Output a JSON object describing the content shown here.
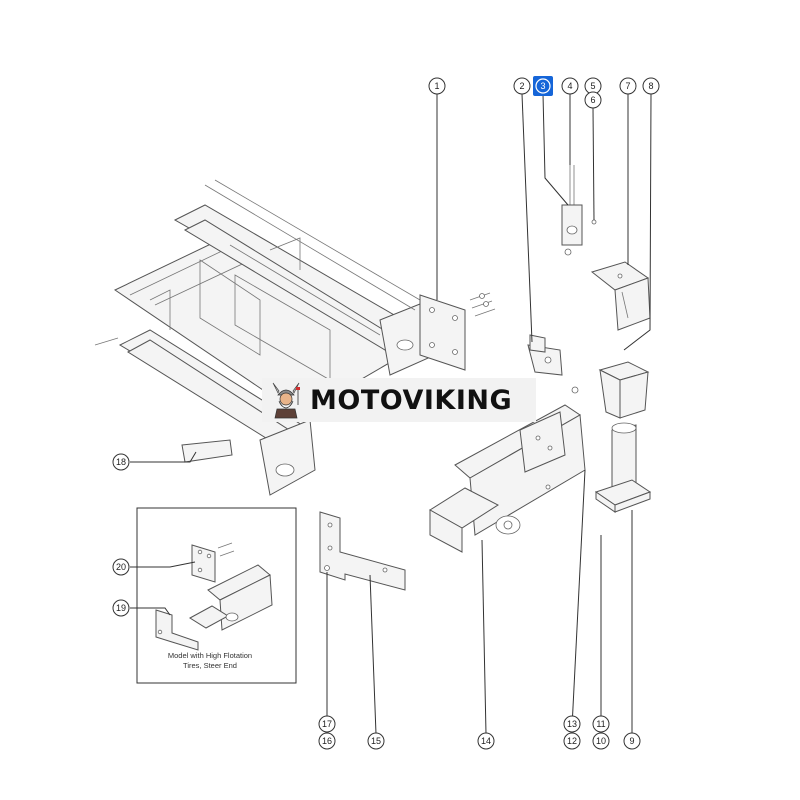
{
  "diagram": {
    "callouts": [
      "1",
      "2",
      "3",
      "4",
      "5",
      "6",
      "7",
      "8",
      "9",
      "10",
      "11",
      "12",
      "13",
      "14",
      "15",
      "16",
      "17",
      "18",
      "19",
      "20"
    ],
    "highlighted_callout": "3",
    "inset": {
      "caption_line1": "Model with High Flotation",
      "caption_line2": "Tires, Steer End"
    },
    "inset_callouts": [
      "20",
      "19"
    ]
  },
  "watermark": {
    "text": "MOTOVIKING",
    "accent_color": "#d32f2f"
  },
  "colors": {
    "highlight": "#1565d8",
    "line": "#333333"
  }
}
